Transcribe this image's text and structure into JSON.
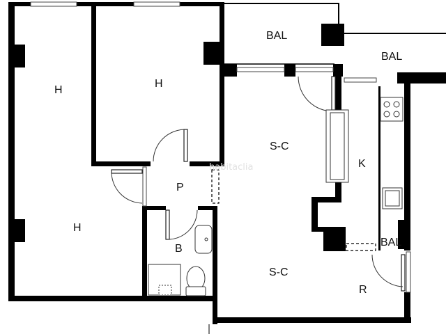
{
  "plan": {
    "rooms": [
      {
        "id": "bedroom-1",
        "label": "H"
      },
      {
        "id": "bedroom-2",
        "label": "H"
      },
      {
        "id": "bedroom-3",
        "label": "H"
      },
      {
        "id": "balcony-1",
        "label": "BAL"
      },
      {
        "id": "balcony-2",
        "label": "BAL"
      },
      {
        "id": "balcony-3",
        "label": "BAL"
      },
      {
        "id": "living-1",
        "label": "S-C"
      },
      {
        "id": "living-2",
        "label": "S-C"
      },
      {
        "id": "kitchen",
        "label": "K"
      },
      {
        "id": "passage",
        "label": "P"
      },
      {
        "id": "bathroom",
        "label": "B"
      },
      {
        "id": "storage",
        "label": "R"
      }
    ],
    "watermark": "habitaclia"
  },
  "colors": {
    "wall": "#000000",
    "background": "#ffffff",
    "fixture_stroke": "#333333",
    "watermark": "#e2e2e2"
  }
}
